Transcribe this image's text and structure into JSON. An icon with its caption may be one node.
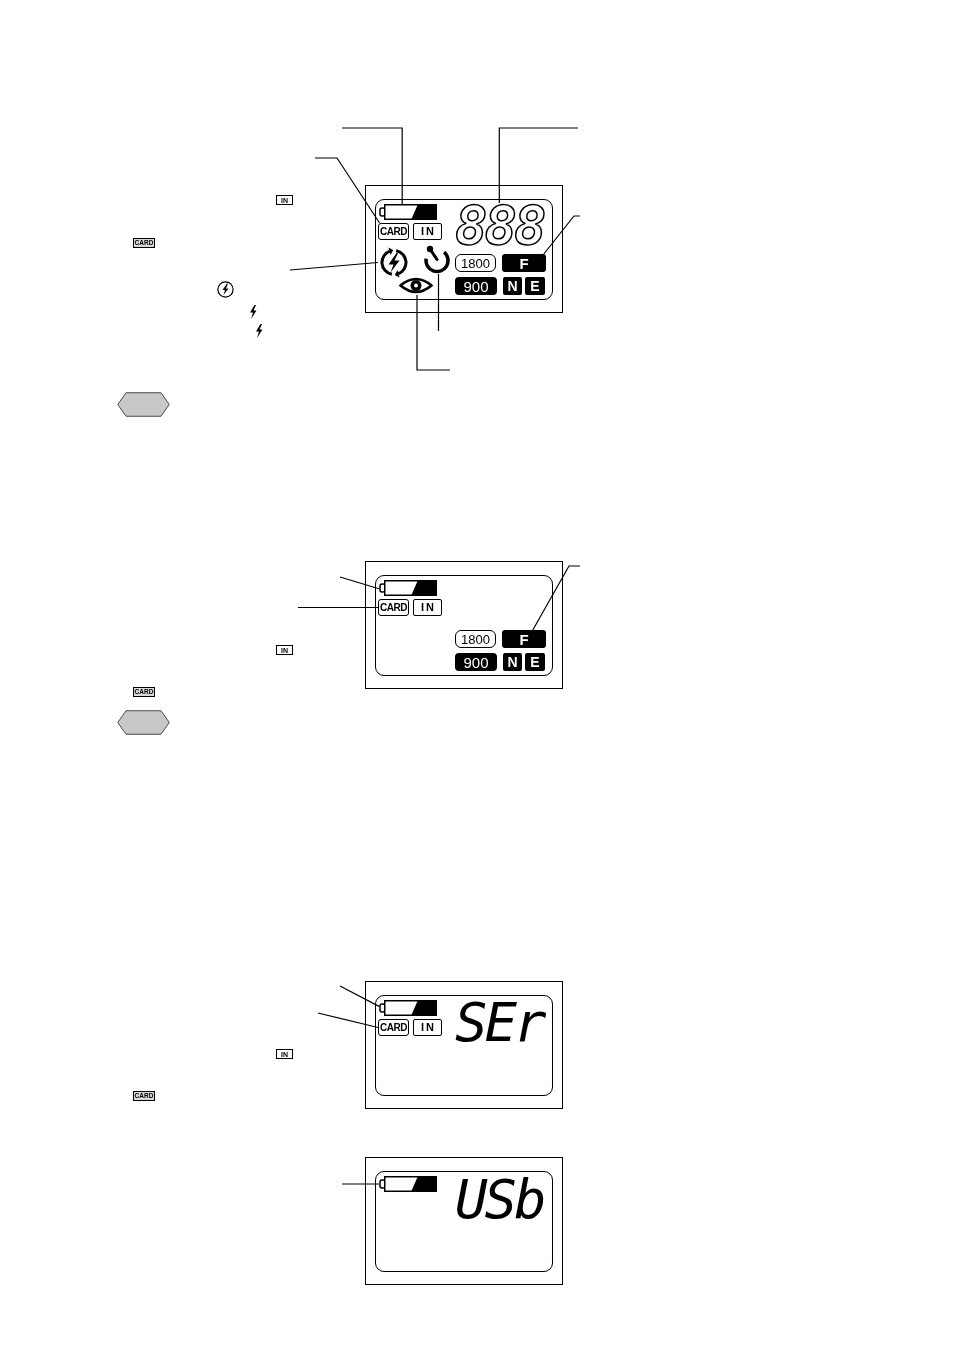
{
  "diagram": {
    "nodes": [
      {
        "text": [],
        "shape": "box"
      },
      {
        "text": [],
        "shape": "box",
        "in": 0
      },
      {
        "text": [],
        "shape": "picture",
        "in": 1
      },
      {
        "text": [
          "CARD"
        ],
        "in": 1
      },
      {
        "text": [
          "IN"
        ],
        "in": 1
      },
      {
        "text": [
          "888"
        ],
        "in": 1
      },
      {
        "text": [],
        "shape": "picture",
        "in": 1
      },
      {
        "text": [],
        "shape": "picture",
        "in": 1
      },
      {
        "text": [
          "1800"
        ],
        "in": 1
      },
      {
        "text": [
          "F"
        ],
        "in": 1
      },
      {
        "text": [],
        "shape": "picture",
        "in": 1
      },
      {
        "text": [
          "900"
        ],
        "in": 1
      },
      {
        "text": [
          "N"
        ],
        "in": 1
      },
      {
        "text": [
          "E"
        ],
        "in": 1
      },
      {
        "text": [],
        "shape": "hexagon"
      },
      {
        "text": [],
        "shape": "box"
      },
      {
        "text": [],
        "shape": "box",
        "in": 15
      },
      {
        "text": [],
        "shape": "picture",
        "in": 16
      },
      {
        "text": [
          "CARD"
        ],
        "in": 16
      },
      {
        "text": [
          "IN"
        ],
        "in": 16
      },
      {
        "text": [
          "1800"
        ],
        "in": 16
      },
      {
        "text": [
          "F"
        ],
        "in": 16
      },
      {
        "text": [
          "900"
        ],
        "in": 16
      },
      {
        "text": [
          "N"
        ],
        "in": 16
      },
      {
        "text": [
          "E"
        ],
        "in": 16
      },
      {
        "text": [],
        "shape": "hexagon"
      },
      {
        "text": [],
        "shape": "box"
      },
      {
        "text": [
          "SEr"
        ],
        "in": 26
      },
      {
        "text": [],
        "shape": "picture",
        "in": 27
      },
      {
        "text": [
          "CARD"
        ],
        "in": 27
      },
      {
        "text": [
          "IN"
        ],
        "in": 27
      },
      {
        "text": [],
        "shape": "box"
      },
      {
        "text": [
          "USb"
        ],
        "in": 31
      },
      {
        "text": [],
        "shape": "picture",
        "in": 32
      }
    ],
    "edges": [
      {
        "from": null,
        "to": 2,
        "arrow": "none"
      },
      {
        "from": null,
        "to": 3,
        "arrow": "none"
      },
      {
        "from": null,
        "to": 6,
        "arrow": "none"
      },
      {
        "from": null,
        "to": 5,
        "arrow": "none"
      },
      {
        "from": null,
        "to": 9,
        "arrow": "none"
      },
      {
        "from": null,
        "to": 7,
        "arrow": "none"
      },
      {
        "from": null,
        "to": 10,
        "arrow": "none"
      },
      {
        "from": null,
        "to": 17,
        "arrow": "none"
      },
      {
        "from": null,
        "to": 18,
        "arrow": "none"
      },
      {
        "from": null,
        "to": 21,
        "arrow": "none"
      },
      {
        "from": null,
        "to": 28,
        "arrow": "none"
      },
      {
        "from": null,
        "to": 29,
        "arrow": "none"
      },
      {
        "from": null,
        "to": 33,
        "arrow": "none"
      }
    ],
    "labels": [
      "IN",
      "CARD",
      "IN",
      "CARD",
      "IN",
      "CARD"
    ]
  }
}
